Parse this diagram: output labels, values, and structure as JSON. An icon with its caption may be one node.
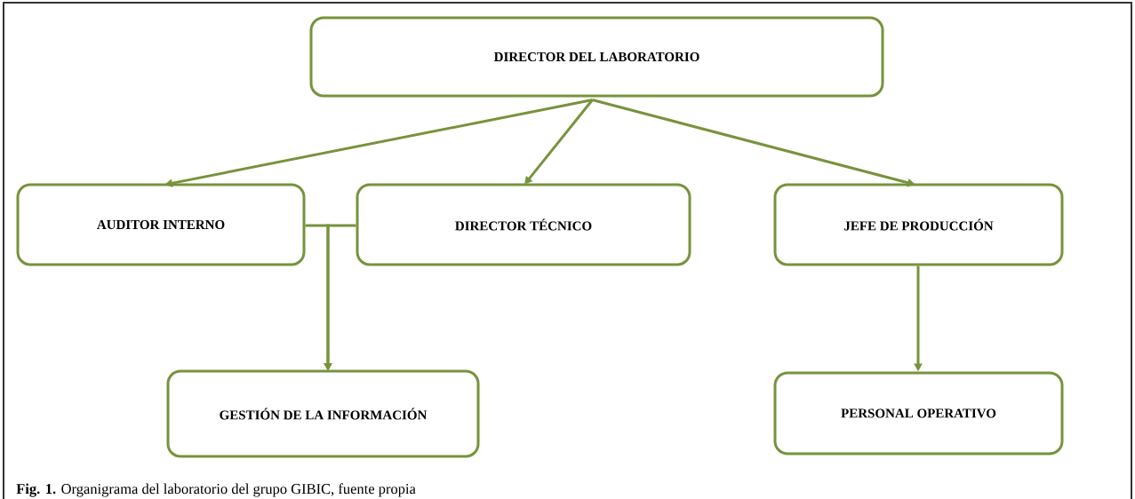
{
  "diagram": {
    "caption": "**Fig. 1.** Organigrama del laboratorio del grupo GIBIC, fuente propia",
    "nodes": [
      {
        "text": [
          "DIRECTOR DEL LABORATORIO"
        ]
      },
      {
        "text": [
          "AUDITOR INTERNO"
        ]
      },
      {
        "text": [
          "DIRECTOR TÉCNICO"
        ]
      },
      {
        "text": [
          "JEFE DE PRODUCCIÓN"
        ]
      },
      {
        "text": [
          "GESTIÓN DE LA INFORMACIÓN"
        ]
      },
      {
        "text": [
          "PERSONAL OPERATIVO"
        ]
      }
    ],
    "edges": [
      {
        "from": 0,
        "to": 1,
        "arrow": "to"
      },
      {
        "from": 0,
        "to": 2,
        "arrow": "to"
      },
      {
        "from": 0,
        "to": 3,
        "arrow": "to"
      },
      {
        "from": 1,
        "to": 4,
        "arrow": "to"
      },
      {
        "from": 2,
        "to": 4,
        "arrow": "to"
      },
      {
        "from": 3,
        "to": 5,
        "arrow": "to"
      }
    ]
  }
}
